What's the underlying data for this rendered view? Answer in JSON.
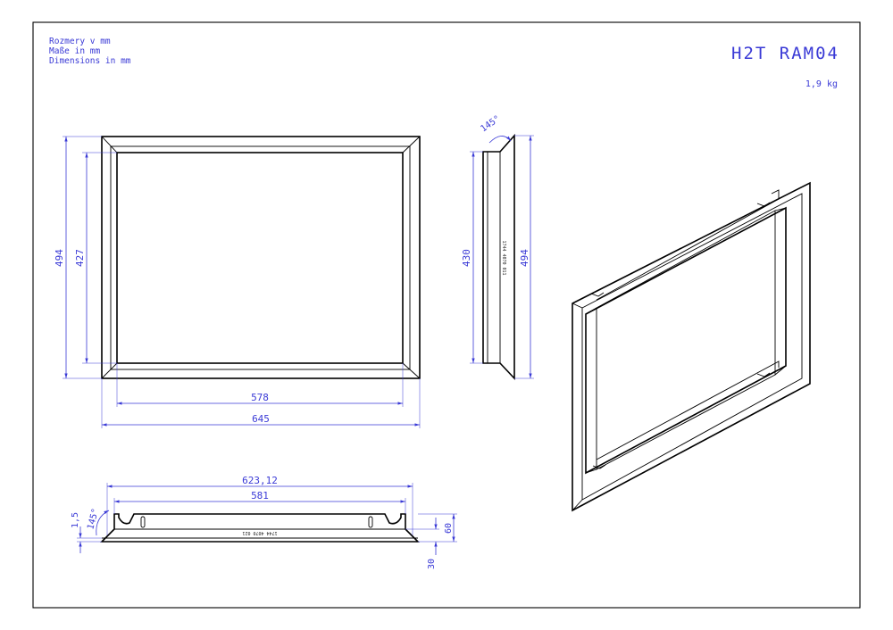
{
  "units": {
    "line1": "Rozmery v mm",
    "line2": "Maße in mm",
    "line3": "Dimensions in mm"
  },
  "title": "H2T RAM04",
  "weight": "1,9 kg",
  "front_view": {
    "outer_height": "494",
    "inner_height": "427",
    "inner_width": "578",
    "outer_width": "645"
  },
  "side_view": {
    "angle": "145°",
    "inner_height": "430",
    "outer_height": "494",
    "part_code": "1744 4070 011"
  },
  "bottom_view": {
    "overall_width": "623,12",
    "inner_width": "581",
    "angle": "145°",
    "thickness": "1,5",
    "depth": "60",
    "flange": "30",
    "part_code": "1744 4070 021"
  },
  "colors": {
    "dimension": "#3a3ad6",
    "outline": "#000000",
    "border": "#000000"
  }
}
